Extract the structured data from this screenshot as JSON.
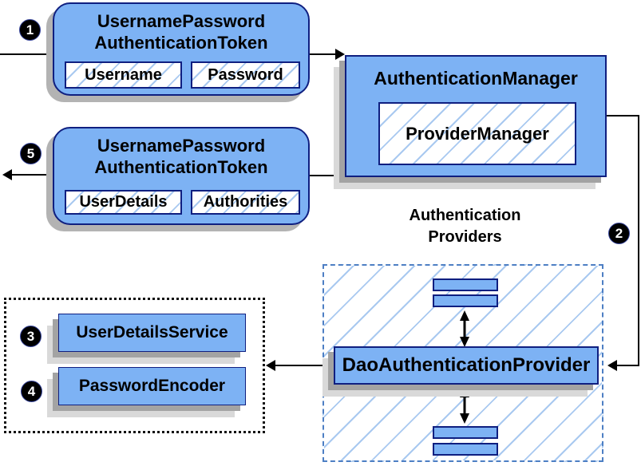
{
  "steps": [
    "1",
    "2",
    "3",
    "4",
    "5"
  ],
  "request_token": {
    "title": [
      "UsernamePassword",
      "AuthenticationToken"
    ],
    "fields": [
      "Username",
      "Password"
    ]
  },
  "authentication_manager": {
    "title": "AuthenticationManager",
    "inner_box": "ProviderManager"
  },
  "response_token": {
    "title": [
      "UsernamePassword",
      "AuthenticationToken"
    ],
    "fields": [
      "UserDetails",
      "Authorities"
    ]
  },
  "providers_group": {
    "title": [
      "Authentication",
      "Providers"
    ],
    "main_provider": "DaoAuthenticationProvider"
  },
  "dao_dependencies": {
    "items": [
      "UserDetailsService",
      "PasswordEncoder"
    ]
  },
  "colors": {
    "box_fill": "#7db2f4",
    "box_border": "#0f1f80",
    "hatch_line": "#a9c9f0",
    "provider_dash_border": "#4d7fc4",
    "dependency_dash_border": "#111111",
    "shadow_dark": "#a3a3a3",
    "shadow_light": "#d9d9d9",
    "connector": "#000000",
    "badge_background": "#000000",
    "badge_text": "#ffffff"
  }
}
